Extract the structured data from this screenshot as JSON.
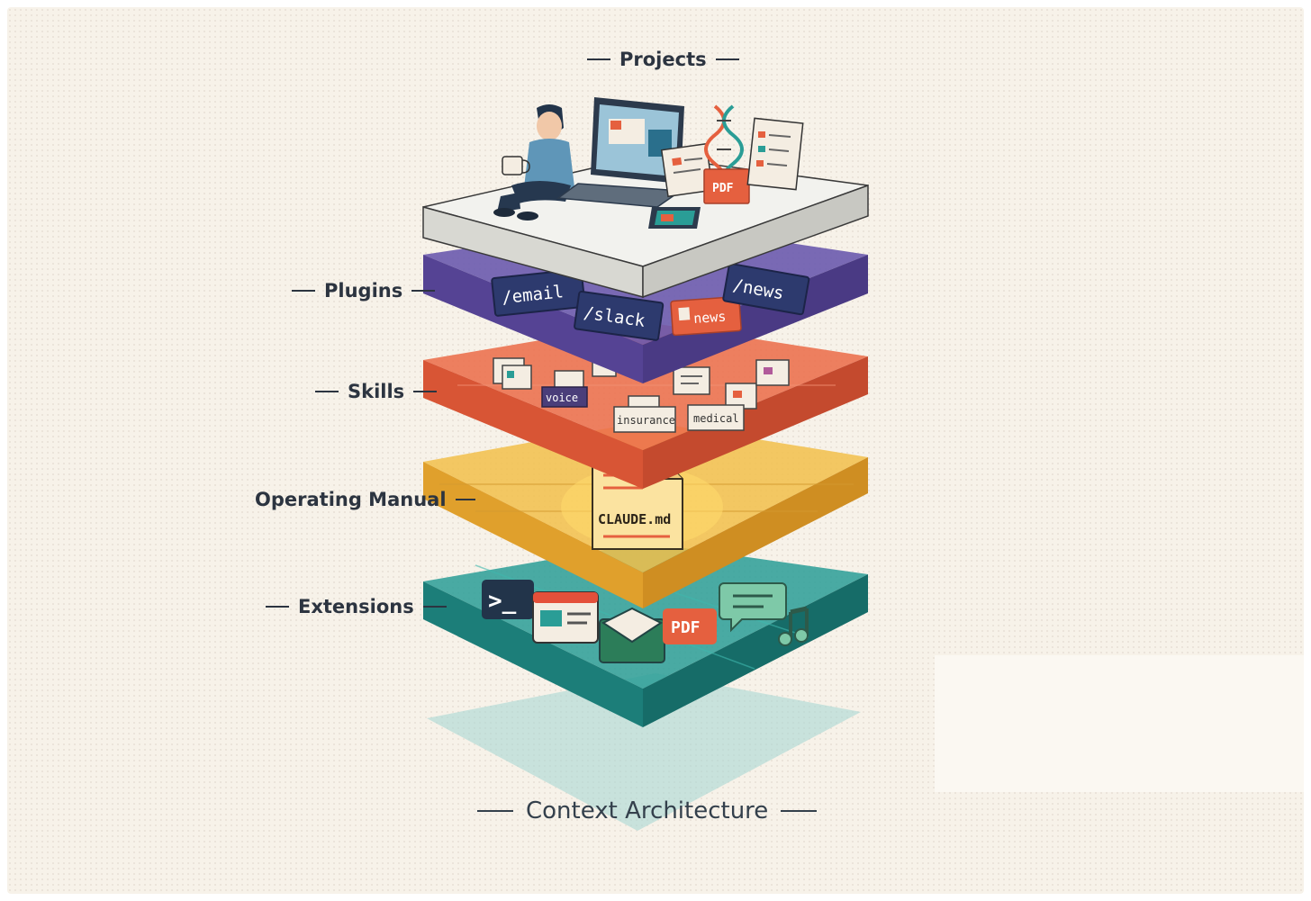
{
  "layers": {
    "projects": {
      "label": "Projects",
      "color": "#f2f2ee"
    },
    "plugins": {
      "label": "Plugins",
      "color": "#6a55a8",
      "tags": [
        "/email",
        "/slack",
        "/news"
      ],
      "badge": "news"
    },
    "skills": {
      "label": "Skills",
      "color": "#e5603f",
      "tags": [
        "voice",
        "insurance",
        "medical"
      ]
    },
    "operating_manual": {
      "label": "Operating Manual",
      "color": "#f0b636",
      "file": "CLAUDE.md"
    },
    "extensions": {
      "label": "Extensions",
      "color": "#1f8f8a",
      "terminal_prompt": ">_",
      "pdf_badge": "PDF"
    }
  },
  "projects_items": {
    "pdf_badge": "PDF"
  },
  "footer": {
    "title": "Context Architecture"
  },
  "icons": [
    "person-icon",
    "coffee-mug-icon",
    "laptop-icon",
    "dna-icon",
    "document-icon",
    "tablet-icon",
    "terminal-icon",
    "browser-window-icon",
    "envelope-icon",
    "chat-bubble-icon",
    "music-note-icon",
    "file-icon"
  ]
}
